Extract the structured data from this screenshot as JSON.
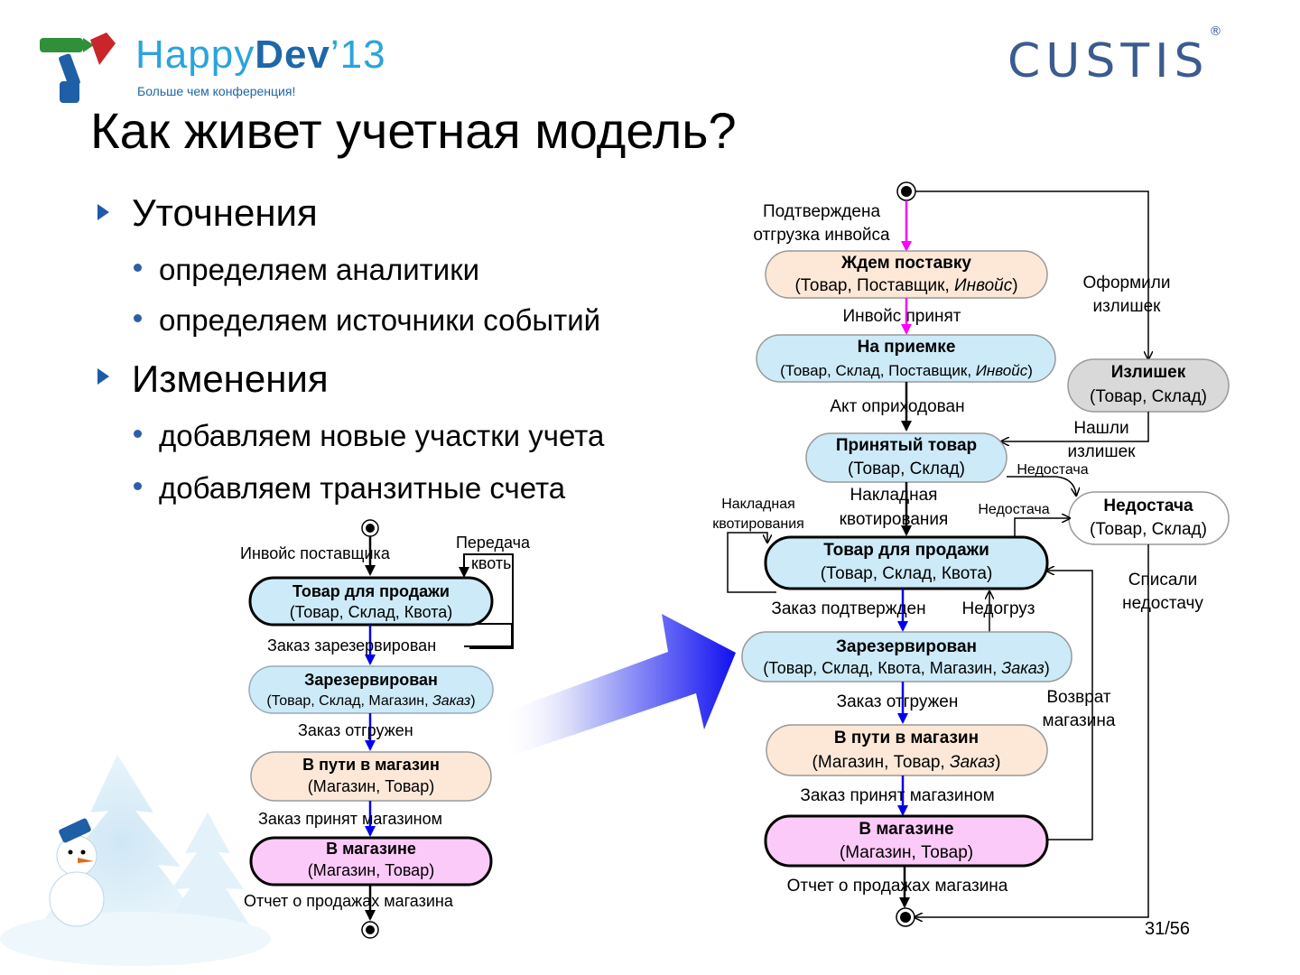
{
  "header": {
    "logo_left": {
      "happy": "Happy",
      "dev": "Dev",
      "year": "’13",
      "tagline": "Больше чем конференция!"
    },
    "logo_right": {
      "text": "CUSTIS",
      "mark": "®"
    }
  },
  "slide": {
    "title": "Как живет учетная модель?",
    "bullets": [
      {
        "text": "Уточнения",
        "sub": [
          "определяем аналитики",
          "определяем источники событий"
        ]
      },
      {
        "text": "Изменения",
        "sub": [
          "добавляем новые участки учета",
          "добавляем транзитные счета"
        ]
      }
    ],
    "page": "31/56"
  },
  "diagram_small": {
    "states": [
      {
        "title": "Товар для продажи",
        "detail": "(Товар, Склад, Квота)"
      },
      {
        "title": "Зарезервирован",
        "detail_plain": "(Товар, Склад, Магазин, ",
        "detail_italic": "Заказ",
        "detail_end": ")"
      },
      {
        "title": "В пути в магазин",
        "detail": "(Магазин, Товар)"
      },
      {
        "title": "В магазине",
        "detail": "(Магазин, Товар)"
      }
    ],
    "transitions": {
      "t_in": "Инвойс поставщика",
      "t_loop": [
        "Передача",
        "квоты"
      ],
      "t1": "Заказ зарезервирован",
      "t2": "Заказ отгружен",
      "t3": "Заказ принят магазином",
      "t_out": "Отчет о продажах магазина"
    }
  },
  "diagram_large": {
    "states": {
      "s1": {
        "title": "Ждем поставку",
        "a": "(Товар, Поставщик, ",
        "i": "Инвойс",
        "b": ")"
      },
      "s2": {
        "title": "На приемке",
        "a": "(Товар, Склад, Поставщик, ",
        "i": "Инвойс",
        "b": ")"
      },
      "s3": {
        "title": "Принятый товар",
        "detail": "(Товар, Склад)"
      },
      "s4": {
        "title": "Товар для продажи",
        "detail": "(Товар, Склад, Квота)"
      },
      "s5": {
        "title": "Зарезервирован",
        "a": "(Товар, Склад, Квота, Магазин, ",
        "i": "Заказ",
        "b": ")"
      },
      "s6": {
        "title": "В пути в магазин",
        "a": "(Магазин, Товар, ",
        "i": "Заказ",
        "b": ")"
      },
      "s7": {
        "title": "В магазине",
        "detail": "(Магазин, Товар)"
      },
      "surplus": {
        "title": "Излишек",
        "detail": "(Товар, Склад)"
      },
      "shortage": {
        "title": "Недостача",
        "detail": "(Товар, Склад)"
      }
    },
    "transitions": {
      "t0": [
        "Подтверждена",
        "отгрузка инвойса"
      ],
      "t1": "Инвойс принят",
      "t2": "Акт оприходован",
      "t3": [
        "Накладная",
        "квотирования"
      ],
      "t3_loop": [
        "Накладная",
        "квотирования"
      ],
      "t4": "Заказ подтвержден",
      "t4_back": "Недогруз",
      "t5": "Заказ отгружен",
      "t6": "Заказ принят магазином",
      "t_out": "Отчет о продажах магазина",
      "surplus_in": [
        "Оформили",
        "излишек"
      ],
      "surplus_out": [
        "Нашли",
        "излишек"
      ],
      "shortage_in1": "Недостача",
      "shortage_in2": "Недостача",
      "shortage_out": [
        "Списали",
        "недостачу"
      ],
      "return": [
        "Возврат",
        "магазина"
      ]
    }
  },
  "colors": {
    "orange_fill": "#fde8d8",
    "blue_fill": "#cdeaf8",
    "pink_fill": "#fccaf8",
    "gray_fill": "#d9d9d9",
    "magenta": "#ff00ff",
    "blue_arrow": "#0000ee",
    "bullet": "#1e5aa8"
  }
}
